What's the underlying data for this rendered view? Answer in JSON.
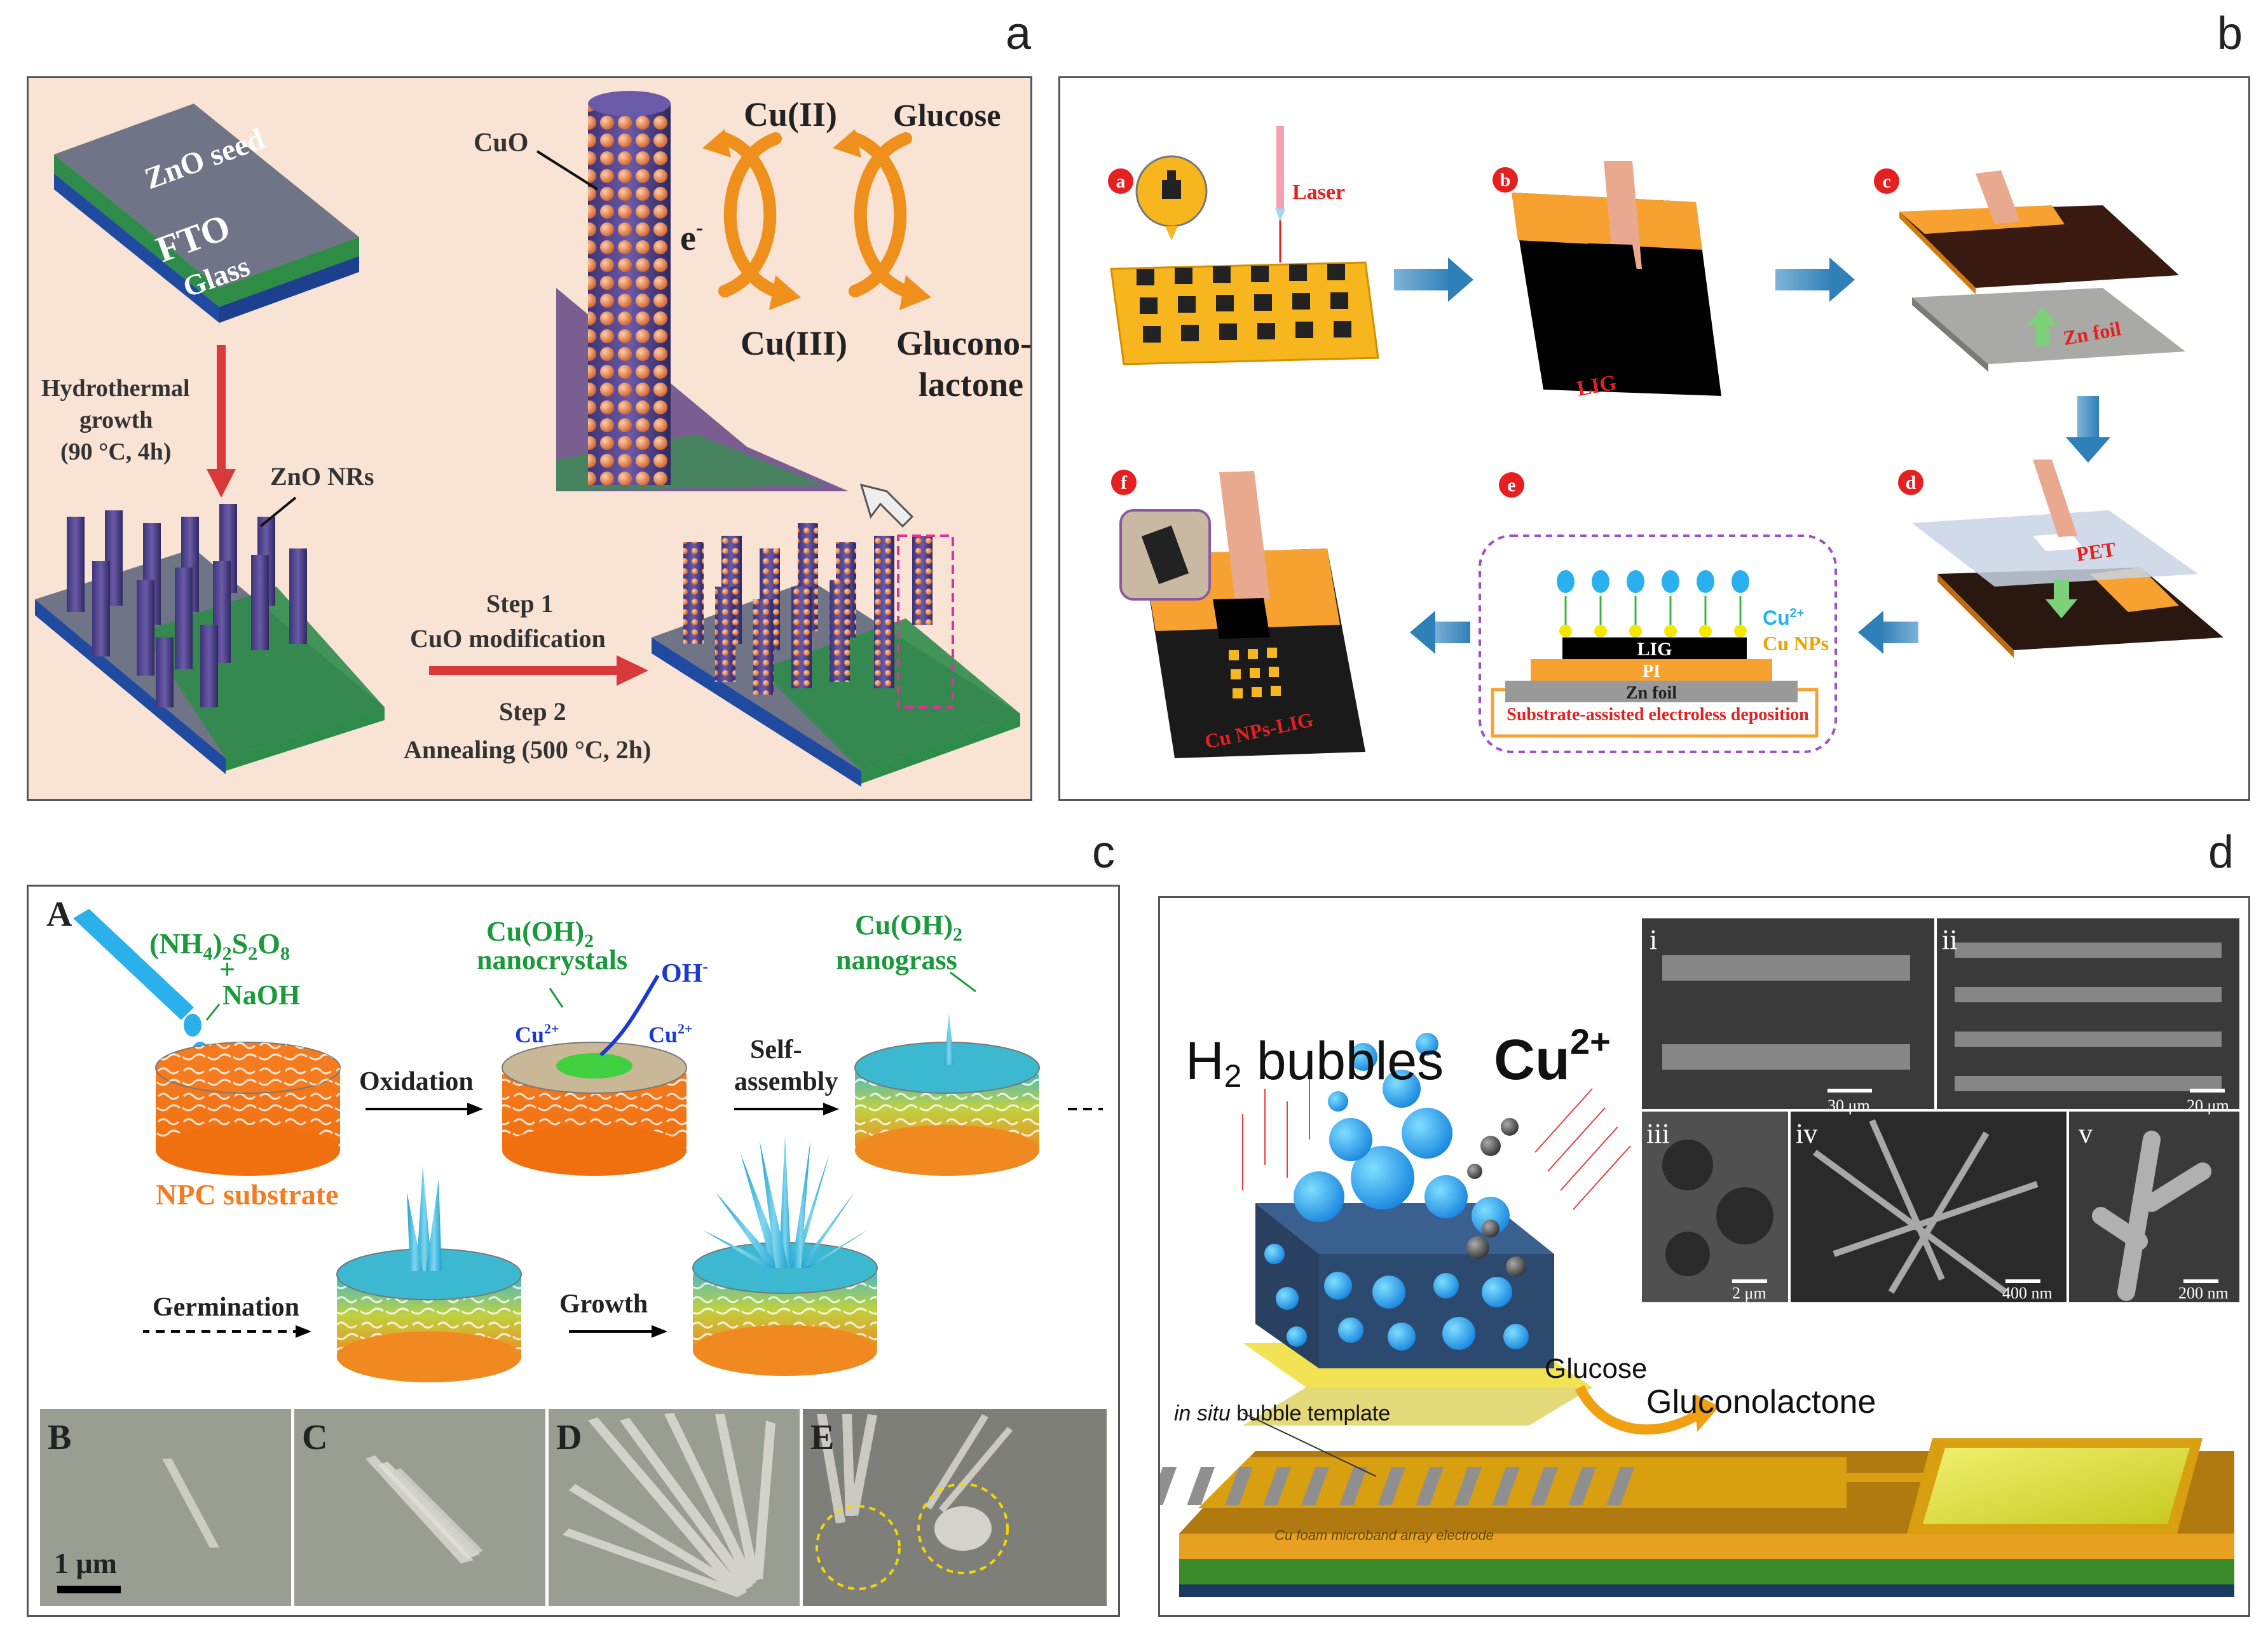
{
  "panel_letters": {
    "a": "a",
    "b": "b",
    "c": "c",
    "d": "d"
  },
  "panel_a": {
    "zno_seed": "ZnO seed",
    "fto": "FTO",
    "glass": "Glass",
    "cuo": "CuO",
    "electron": "e",
    "electron_sup": "-",
    "cu2": "Cu(II)",
    "glucose": "Glucose",
    "cu3": "Cu(III)",
    "gluconolactone_1": "Glucono-",
    "gluconolactone_2": "lactone",
    "hydro_1": "Hydrothermal",
    "hydro_2": "growth",
    "hydro_3": "(90 °C, 4h)",
    "zno_nrs": "ZnO NRs",
    "step1": "Step 1",
    "step1_desc": "CuO modification",
    "step2": "Step 2",
    "step2_desc": "Annealing  (500 °C, 2h)"
  },
  "panel_b": {
    "step_a": "a",
    "step_b": "b",
    "step_c": "c",
    "step_d": "d",
    "step_e": "e",
    "step_f": "f",
    "laser": "Laser",
    "lig": "LIG",
    "zn_foil": "Zn foil",
    "pet": "PET",
    "cu2": "Cu",
    "cu2_sup": "2+",
    "cu_nps": "Cu NPs",
    "lig_layer": "LIG",
    "pi_layer": "PI",
    "zn_layer": "Zn foil",
    "deposition": "Substrate-assisted electroless deposition",
    "cu_nps_lig": "Cu NPs-LIG"
  },
  "panel_c": {
    "label_A": "A",
    "reagent_1": "(NH",
    "reagent_sub1": "4",
    "reagent_2": ")",
    "reagent_sub2": "2",
    "reagent_3": "S",
    "reagent_sub3": "2",
    "reagent_4": "O",
    "reagent_sub4": "8",
    "plus": "+",
    "naoh": "NaOH",
    "cuoh_nc_1": "Cu(OH)",
    "cuoh_nc_sub": "2",
    "cuoh_nc_2": "nanocrystals",
    "oh": "OH",
    "oh_sup": "-",
    "cu2_left": "Cu",
    "cu2_right": "Cu",
    "cu_sup": "2+",
    "cuoh_ng_1": "Cu(OH)",
    "cuoh_ng_sub": "2",
    "cuoh_ng_2": "nanograss",
    "oxidation": "Oxidation",
    "self_1": "Self-",
    "self_2": "assembly",
    "npc": "NPC substrate",
    "germination": "Germination",
    "growth": "Growth",
    "sem_B": "B",
    "sem_C": "C",
    "sem_D": "D",
    "sem_E": "E",
    "scale": "1 μm"
  },
  "panel_d": {
    "h2": "H",
    "h2_sub": "2",
    "bubbles": " bubbles",
    "cu": "Cu",
    "cu_sup": "2+",
    "glucose": "Glucose",
    "gluconolactone": "Gluconolactone",
    "in_situ": "in situ",
    "bubble_template": " bubble template",
    "electrode_label": "Cu foam microband array electrode",
    "sem_i": "i",
    "sem_ii": "ii",
    "sem_iii": "iii",
    "sem_iv": "iv",
    "sem_v": "v",
    "scale_i": "30 μm",
    "scale_ii": "20 μm",
    "scale_iii": "2 μm",
    "scale_iv": "400 nm",
    "scale_v": "200 nm"
  }
}
